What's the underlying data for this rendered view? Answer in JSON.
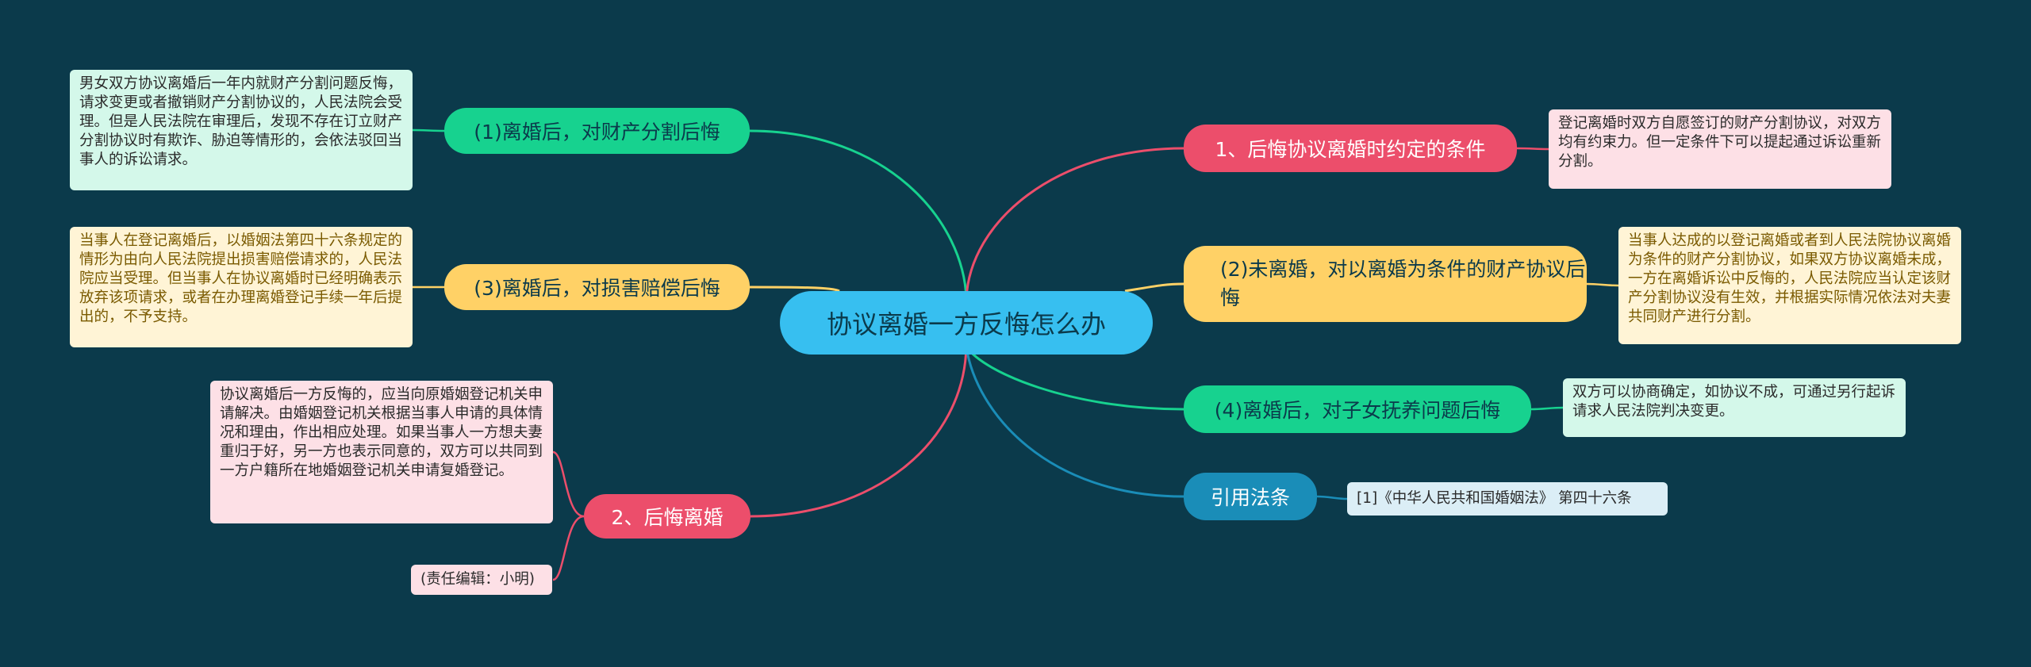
{
  "root": {
    "label": "协议离婚一方反悔怎么办"
  },
  "branches": [
    {
      "id": "b1",
      "label": "(1)离婚后，对财产分割后悔",
      "color": "green",
      "leaf": "男女双方协议离婚后一年内就财产分割问题反悔，请求变更或者撤销财产分割协议的，人民法院会受理。但是人民法院在审理后，发现不存在订立财产分割协议时有欺诈、胁迫等情形的，会依法驳回当事人的诉讼请求。"
    },
    {
      "id": "b2",
      "label": "(3)离婚后，对损害赔偿后悔",
      "color": "yellow",
      "leaf": "当事人在登记离婚后，以婚姻法第四十六条规定的情形为由向人民法院提出损害赔偿请求的，人民法院应当受理。但当事人在协议离婚时已经明确表示放弃该项请求，或者在办理离婚登记手续一年后提出的，不予支持。"
    },
    {
      "id": "b3",
      "label": "2、后悔离婚",
      "color": "pink",
      "leaves": [
        "协议离婚后一方反悔的，应当向原婚姻登记机关申请解决。由婚姻登记机关根据当事人申请的具体情况和理由，作出相应处理。如果当事人一方想夫妻重归于好，另一方也表示同意的，双方可以共同到一方户籍所在地婚姻登记机关申请复婚登记。",
        "(责任编辑：小明)"
      ]
    },
    {
      "id": "b4",
      "label": "1、后悔协议离婚时约定的条件",
      "color": "pink",
      "leaf": "登记离婚时双方自愿签订的财产分割协议，对双方均有约束力。但一定条件下可以提起通过诉讼重新分割。"
    },
    {
      "id": "b5",
      "label": "(2)未离婚，对以离婚为条件的财产协议后悔",
      "color": "yellow",
      "leaf": "当事人达成的以登记离婚或者到人民法院协议离婚为条件的财产分割协议，如果双方协议离婚未成，一方在离婚诉讼中反悔的，人民法院应当认定该财产分割协议没有生效，并根据实际情况依法对夫妻共同财产进行分割。"
    },
    {
      "id": "b6",
      "label": "(4)离婚后，对子女抚养问题后悔",
      "color": "green",
      "leaf": "双方可以协商确定，如协议不成，可通过另行起诉请求人民法院判决变更。"
    },
    {
      "id": "b7",
      "label": "引用法条",
      "color": "blue",
      "leaf": "[1]《中华人民共和国婚姻法》 第四十六条"
    }
  ],
  "colors": {
    "background": "#0b3a4b",
    "root": "#37bff0",
    "green": "#17d28f",
    "yellow": "#ffd166",
    "pink": "#ec4e6b",
    "blue": "#1a8db8"
  }
}
